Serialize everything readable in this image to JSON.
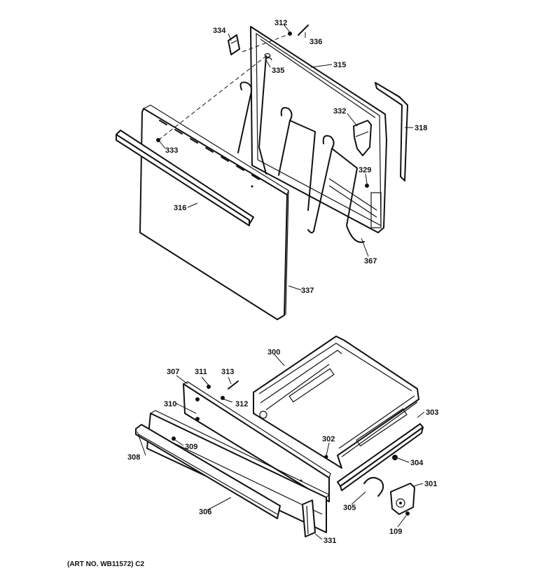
{
  "parts": {
    "p334": "334",
    "p312a": "312",
    "p336": "336",
    "p335": "335",
    "p315": "315",
    "p332": "332",
    "p318": "318",
    "p329": "329",
    "p333": "333",
    "p316": "316",
    "p367": "367",
    "p337": "337",
    "p300": "300",
    "p307": "307",
    "p311": "311",
    "p313": "313",
    "p312b": "312",
    "p310": "310",
    "p303": "303",
    "p309": "309",
    "p302": "302",
    "p308": "308",
    "p304": "304",
    "p301": "301",
    "p306": "306",
    "p305": "305",
    "p109": "109",
    "p331": "331"
  },
  "art_number": "(ART NO. WB11572) C2"
}
